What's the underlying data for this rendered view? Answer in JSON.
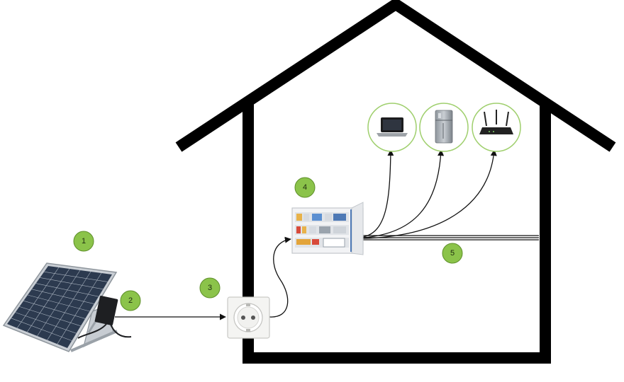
{
  "colors": {
    "house": "#000000",
    "wire": "#111111",
    "badge_fill": "#8bc34a",
    "badge_stroke": "#5e8f2a",
    "device_ring": "#9fcf6d",
    "panel_cell": "#2f3d52",
    "panel_frame": "#b8bec6"
  },
  "badges": [
    {
      "id": "solar-panel",
      "label": "1"
    },
    {
      "id": "micro-inverter",
      "label": "2"
    },
    {
      "id": "power-socket",
      "label": "3"
    },
    {
      "id": "distribution-board",
      "label": "4"
    },
    {
      "id": "home-grid",
      "label": "5"
    }
  ],
  "devices": [
    {
      "id": "laptop",
      "icon": "laptop-icon"
    },
    {
      "id": "refrigerator",
      "icon": "refrigerator-icon"
    },
    {
      "id": "router",
      "icon": "router-icon"
    }
  ]
}
